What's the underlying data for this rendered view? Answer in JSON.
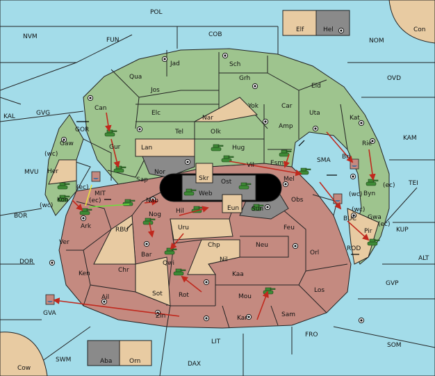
{
  "map_title": "",
  "colors": {
    "sea": "#a3dce9",
    "green": "#9ec48e",
    "red": "#c48a80",
    "tan": "#e8cba2",
    "grey": "#8a8a8a",
    "arrow": "#c0281d"
  },
  "labels": {
    "POL": "POL",
    "COB": "COB",
    "FUN": "FUN",
    "NVM": "NVM",
    "NOM": "NOM",
    "Con": "Con",
    "Elf": "Elf",
    "Hel": "Hel",
    "OVD": "OVD",
    "KAL": "KAL",
    "GVG": "GVG",
    "KAM": "KAM",
    "MVU": "MVU",
    "TEI": "TEI",
    "BOR": "BOR",
    "KUP": "KUP",
    "DOR": "DOR",
    "ALT": "ALT",
    "GVP": "GVP",
    "GVA": "GVA",
    "SWM": "SWM",
    "Cow": "Cow",
    "LIT": "LIT",
    "DAX": "DAX",
    "FRO": "FRO",
    "SOM": "SOM",
    "Aba": "Aba",
    "Orn": "Orn",
    "Jad": "Jad",
    "Sch": "Sch",
    "Qua": "Qua",
    "Jos": "Jos",
    "Grh": "Grh",
    "Eld": "Eld",
    "Can": "Can",
    "Elc": "Elc",
    "Yok": "Yok",
    "Car": "Car",
    "Uta": "Uta",
    "Kat": "Kat",
    "Nar": "Nar",
    "Tel": "Tel",
    "Olk": "Olk",
    "Amp": "Amp",
    "Gaw": "Gaw",
    "GOR": "GOR",
    "Gur": "Gur",
    "Lan": "Lan",
    "Hug": "Hug",
    "SMA": "SMA",
    "Bri": "Bri",
    "Rie": "Rie",
    "wc1": "(wc)",
    "Her": "Her",
    "Nor": "Nor",
    "Skr": "Skr",
    "Vil": "Vil",
    "Esm": "Esm",
    "Sap": "Sap",
    "Ost": "Ost",
    "Web": "Web",
    "Mel": "Mel",
    "Byn": "Byn",
    "ec1": "(ec)",
    "MIT": "MIT",
    "ec2": "(ec)",
    "Kon": "Kon",
    "ec3": "(ec)",
    "wc2": "(wc)",
    "Nab": "Nab",
    "Eun": "Eun",
    "Sun": "Sun",
    "Obs": "Obs",
    "wc3": "(wc)",
    "Gwa": "Gwa",
    "ec4": "(ec)",
    "Ark": "Ark",
    "RBU": "RBU",
    "Nog": "Nog",
    "Hil": "Hil",
    "BUC": "BUC",
    "Pir": "Pir",
    "Uru": "Uru",
    "Feu": "Feu",
    "Ver": "Ver",
    "Chp": "Chp",
    "Neu": "Neu",
    "Orl": "Orl",
    "ROD": "ROD",
    "Bar": "Bar",
    "Nil": "Nil",
    "Qwi": "Qwi",
    "Ken": "Ken",
    "Chr": "Chr",
    "Kaa": "Kaa",
    "Ail": "Ail",
    "Sot": "Sot",
    "Rot": "Rot",
    "Mou": "Mou",
    "Los": "Los",
    "Zin": "Zin",
    "Kar": "Kar",
    "Sam": "Sam"
  }
}
